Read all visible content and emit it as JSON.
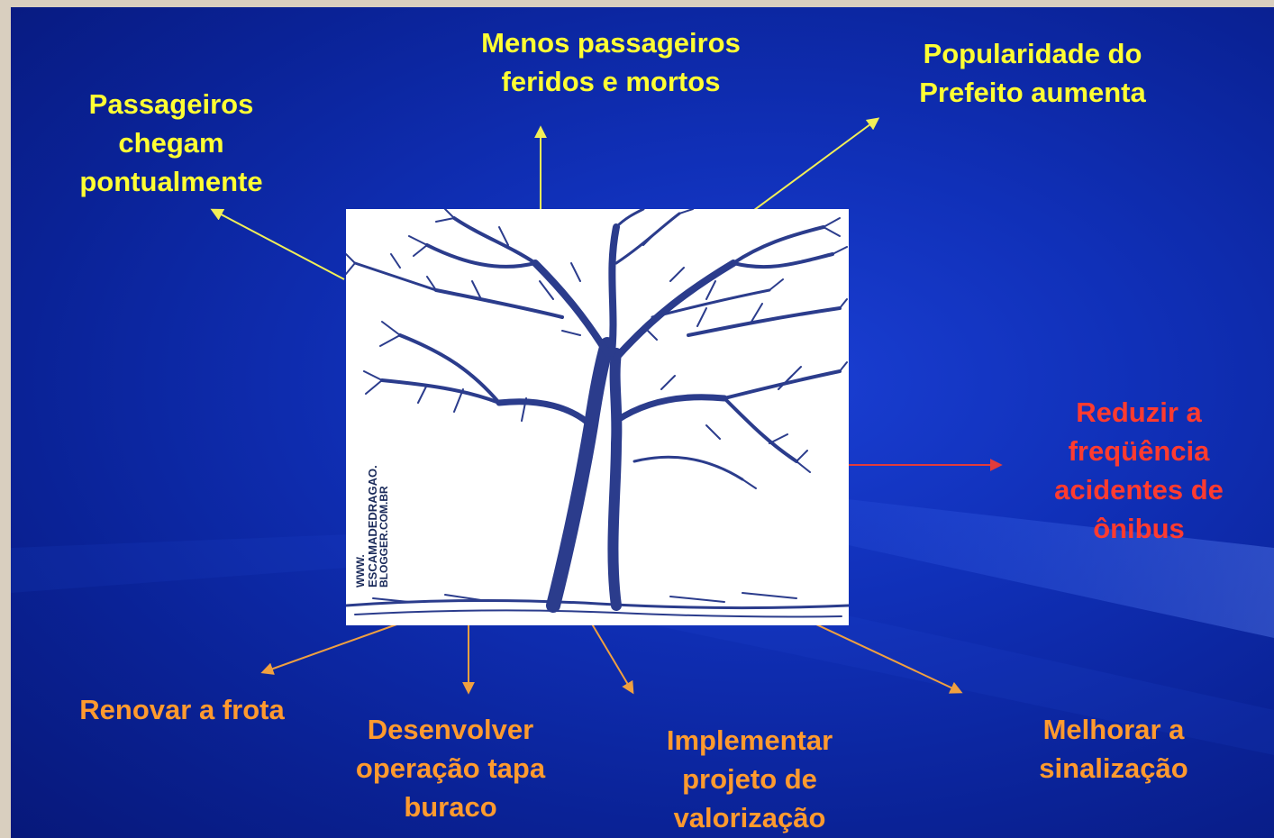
{
  "effects_top": [
    {
      "id": "pontual",
      "text": "Passageiros chegam pontualmente"
    },
    {
      "id": "feridos",
      "text": "Menos passageiros feridos e mortos"
    },
    {
      "id": "prefeito",
      "text": "Popularidade do Prefeito aumenta"
    }
  ],
  "central_problem": "Reduzir a freqüência acidentes de ônibus",
  "causes_bottom": [
    {
      "id": "frota",
      "text": "Renovar a frota"
    },
    {
      "id": "tapa",
      "text": "Desenvolver operação tapa buraco"
    },
    {
      "id": "valorizacao",
      "text": "Implementar projeto de valorização"
    },
    {
      "id": "sinalizacao",
      "text": "Melhorar a sinalização"
    }
  ],
  "watermark": {
    "line1": "WWW.",
    "line2": "ESCAMADEDRAGAO.",
    "line3": "BLOGGER.COM.BR"
  },
  "colors": {
    "background": "#0a2296",
    "effect_text": "#ffff33",
    "problem_text": "#ff3b2f",
    "cause_text": "#ff9a2e",
    "effect_arrow": "#f2ef57",
    "problem_arrow": "#e23b3b",
    "cause_arrow": "#f0a040",
    "tree_ink": "#2b3c8c"
  },
  "icons": {
    "central_image": "tree-drawing-icon"
  }
}
